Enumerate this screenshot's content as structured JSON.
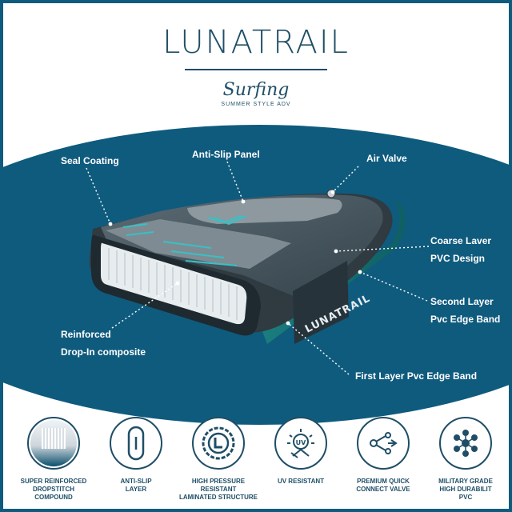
{
  "brand": {
    "name": "LUNATRAIL",
    "script_title": "Surfing",
    "tagline": "SUMMER STYLE ADV"
  },
  "product_labels": {
    "seal_coating": "Seal Coating",
    "anti_slip_panel": "Anti-Slip Panel",
    "air_valve": "Air Valve",
    "coarse_layer_line1": "Coarse Laver",
    "coarse_layer_line2": "PVC Design",
    "second_layer_line1": "Second Layer",
    "second_layer_line2": "Pvc Edge Band",
    "reinforced_line1": "Reinforced",
    "reinforced_line2": "Drop-In composite",
    "first_layer": "First Layer Pvc Edge Band",
    "board_brand": "LUNATRAIL"
  },
  "features": [
    {
      "icon": "dropstitch-swatch-icon",
      "label": "SUPER REINFORCED\nDROPSTITCH\nCOMPOUND"
    },
    {
      "icon": "surfboard-icon",
      "label": "ANTI-SLIP\nLAYER"
    },
    {
      "icon": "pressure-gauge-icon",
      "label": "HIGH PRESSURE\nRESISTANT\nLAMINATED STRUCTURE"
    },
    {
      "icon": "uv-icon",
      "label": "UV RESISTANT"
    },
    {
      "icon": "valve-connect-icon",
      "label": "PREMIUM QUICK\nCONNECT VALVE"
    },
    {
      "icon": "hexagon-molecule-icon",
      "label": "MILITARY GRADE\nHIGH DURABILIT\nPVC"
    }
  ],
  "colors": {
    "brand_blue": "#0f5b7e",
    "dark_navy": "#1f4e66",
    "board_gray": "#4a5a64",
    "teal_accent": "#2a9b9b"
  }
}
